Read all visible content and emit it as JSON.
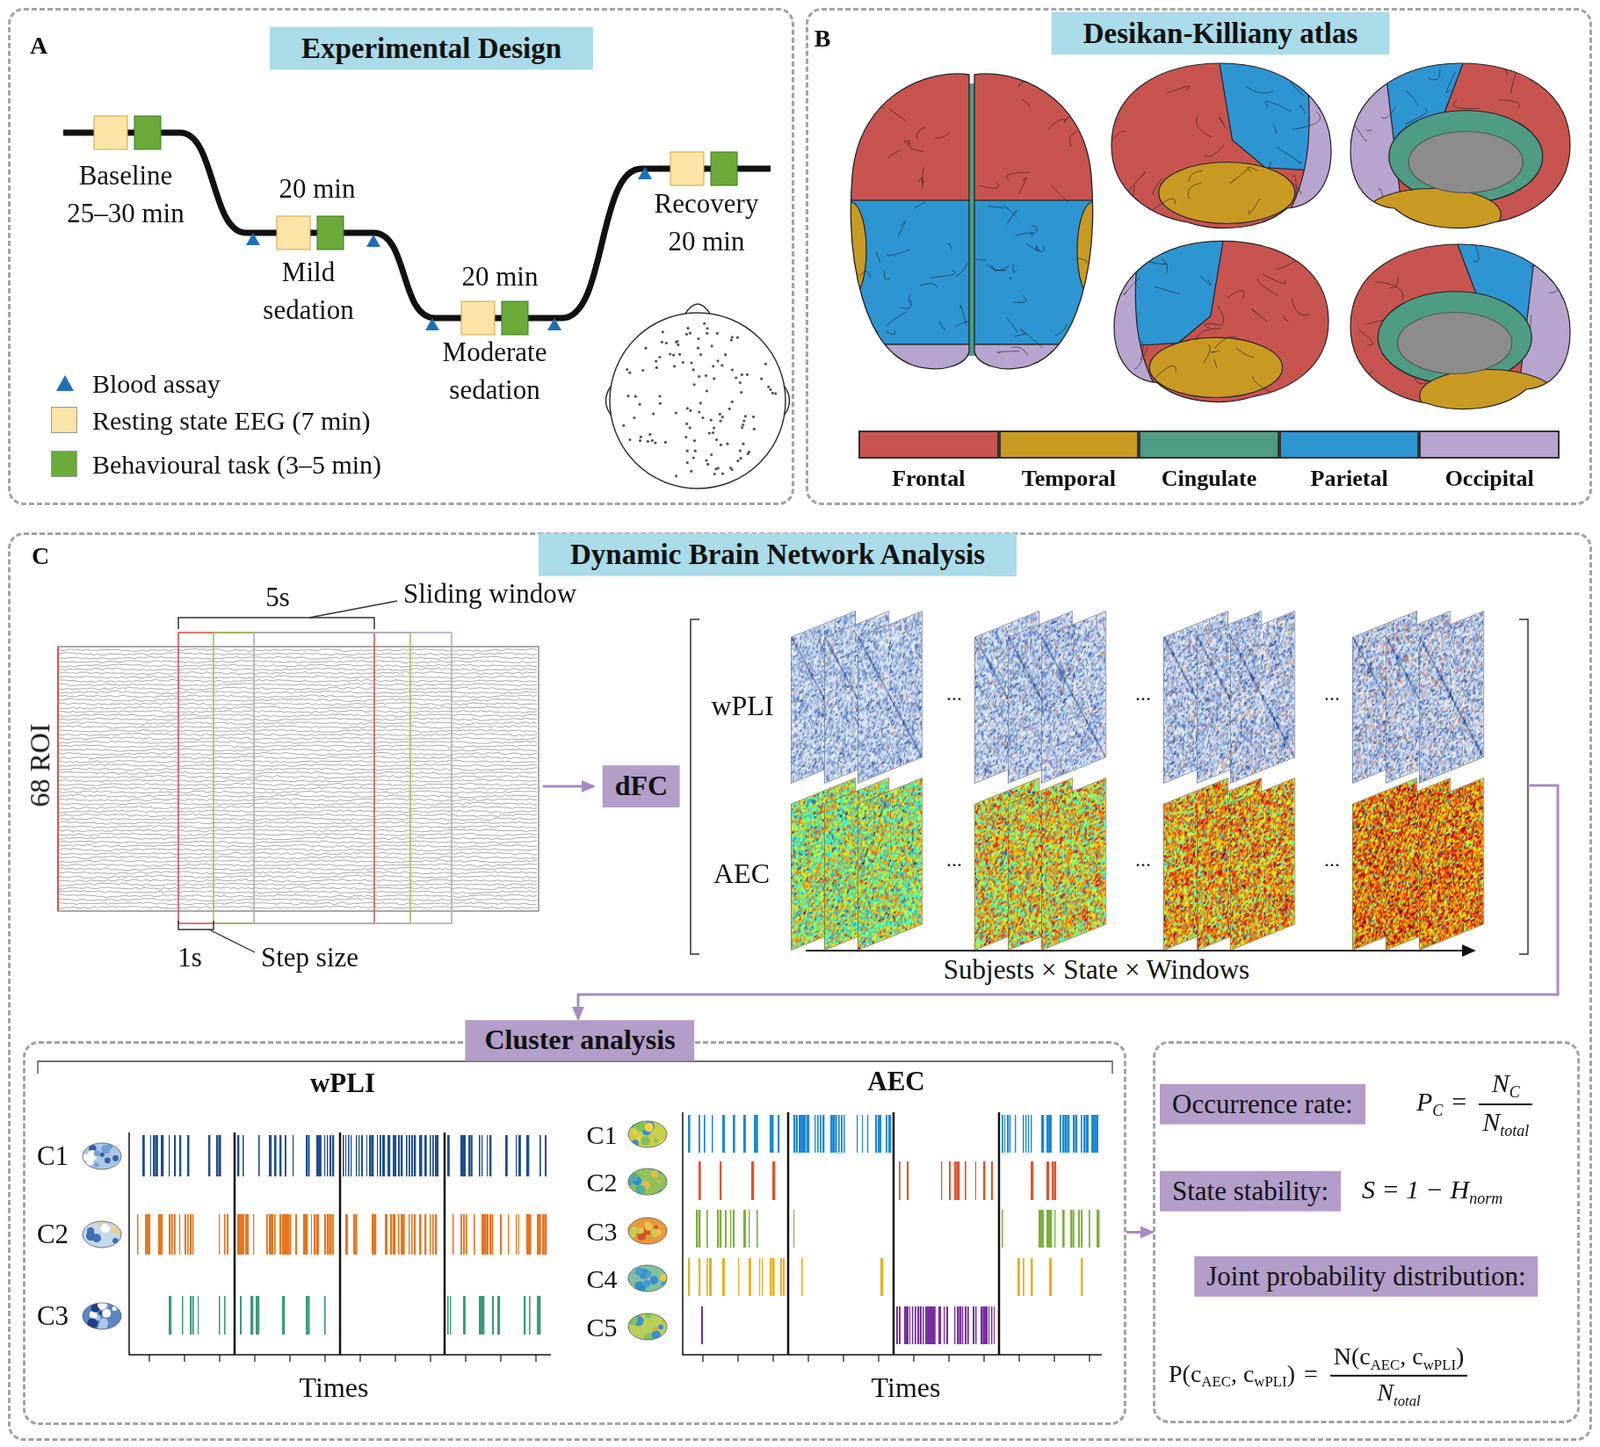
{
  "diagram": {
    "nodes": [
      {
        "text": [
          "A",
          "Experimental Design"
        ]
      },
      {
        "text": [
          "B",
          "Desikan-Killiany atlas"
        ]
      },
      {
        "text": [
          "C",
          "Dynamic Brain Network Analysis"
        ]
      },
      {
        "text": [
          "dFC"
        ],
        "in": 2
      },
      {
        "text": [
          "Cluster analysis"
        ],
        "in": 2
      },
      {
        "text": [],
        "in": 2
      },
      {
        "text": [
          "Occurrence rate:"
        ],
        "in": 5
      },
      {
        "text": [
          "State stability:"
        ],
        "in": 5
      },
      {
        "text": [
          "Joint probability distribution:"
        ],
        "in": 5
      }
    ],
    "edges": [
      {
        "from": 4,
        "to": 5,
        "arrow": "to"
      }
    ],
    "labels": [
      "Baseline 25–30 min",
      "20 min",
      "Mild sedation",
      "20 min",
      "Moderate sedation",
      "Recovery 20 min",
      "5s",
      "Sliding window",
      "68 ROI",
      "1s",
      "Step size",
      "wPLI",
      "AEC",
      "...",
      "...",
      "...",
      "...",
      "...",
      "...",
      "Subjests × State × Windows",
      "wPLI",
      "AEC",
      "C1",
      "C2",
      "C3",
      "C1",
      "C2",
      "C3",
      "C4",
      "C5",
      "Times",
      "Times",
      "P",
      "C",
      "=",
      "N",
      "C",
      "N",
      "total",
      "S = 1 − H",
      "norm",
      "P(c",
      "AEC",
      ", c",
      "wPLI",
      ")",
      "=",
      "N(c",
      "AEC",
      ", c",
      "wPLI",
      ")",
      "N",
      "total"
    ],
    "legend": [
      {
        "text": "Blood assay"
      },
      {
        "text": "Resting state EEG (7 min)",
        "color": "#fde4a7"
      },
      {
        "text": "Behavioural task (3–5 min)",
        "color": "#6aab3a"
      },
      {
        "text": "Frontal",
        "color": "#c8544f"
      },
      {
        "text": "Temporal",
        "color": "#c99a22"
      },
      {
        "text": "Cingulate",
        "color": "#4e9c84"
      },
      {
        "text": "Parietal",
        "color": "#2e95d3"
      },
      {
        "text": "Occipital",
        "color": "#b7a5d0"
      }
    ]
  }
}
